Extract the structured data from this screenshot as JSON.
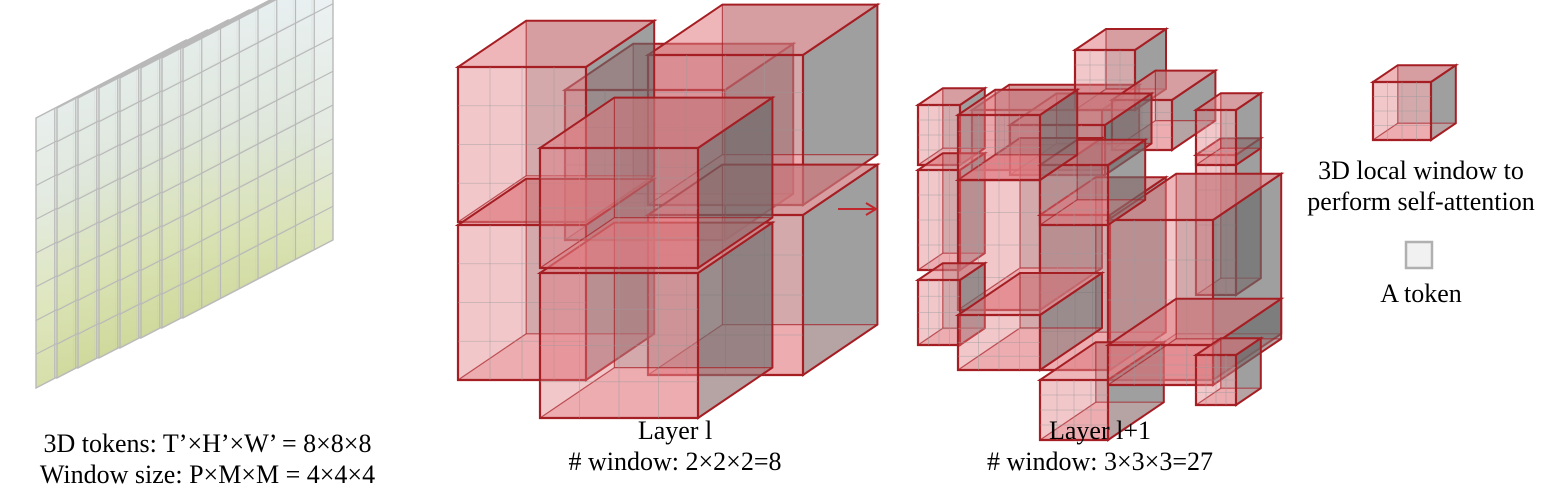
{
  "panels": {
    "tokens": {
      "line1": "3D tokens: T’×H’×W’ = 8×8×8",
      "line2": "Window size: P×M×M = 4×4×4"
    },
    "layer_l": {
      "title": "Layer l",
      "windows": "# window: 2×2×2=8"
    },
    "layer_l1": {
      "title": "Layer l+1",
      "windows": "# window: 3×3×3=27"
    }
  },
  "legend": {
    "window_label_line1": "3D local window to",
    "window_label_line2": "perform self-attention",
    "token_label": "A token"
  },
  "colors": {
    "window_edge": "#a51e23",
    "window_fill": "#e07a80",
    "window_shadow": "#6b6b6b",
    "grid_line": "#b9b9b9",
    "arrow": "#c0262c"
  }
}
